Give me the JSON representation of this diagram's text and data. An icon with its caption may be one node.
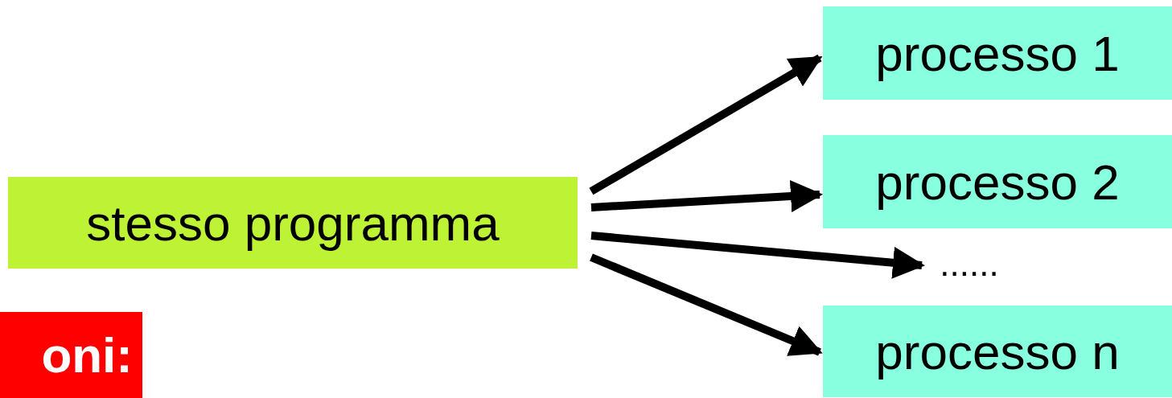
{
  "diagram": {
    "nodes": [
      {
        "text": [
          "stesso programma"
        ]
      },
      {
        "text": [
          "processo 1"
        ]
      },
      {
        "text": [
          "processo 2"
        ]
      },
      {
        "text": [
          "......"
        ]
      },
      {
        "text": [
          "processo n"
        ]
      },
      {
        "text": [
          "oni:"
        ]
      }
    ],
    "edges": [
      {
        "from": 0,
        "to": 1,
        "arrow": "to"
      },
      {
        "from": 0,
        "to": 2,
        "arrow": "to"
      },
      {
        "from": 0,
        "to": 3,
        "arrow": "to"
      },
      {
        "from": 0,
        "to": 4,
        "arrow": "to"
      }
    ]
  }
}
